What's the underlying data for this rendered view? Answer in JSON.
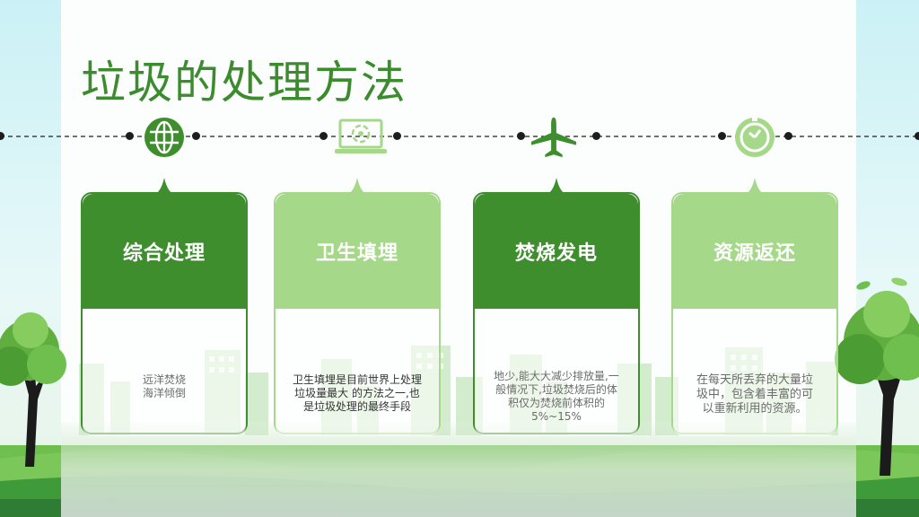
{
  "slide": {
    "title": "垃圾的处理方法"
  },
  "colors": {
    "dark_green": "#3e8e2e",
    "light_green": "#a6d88a",
    "title_green": "#3d8b2f",
    "timeline": "#1d1d1d"
  },
  "timeline": {
    "icons": [
      "globe-icon",
      "laptop-recycle-icon",
      "airplane-icon",
      "clock-icon"
    ]
  },
  "cards": [
    {
      "heading": "综合处理",
      "lines": [
        "远洋焚烧",
        "海洋倾倒"
      ],
      "style": "dark"
    },
    {
      "heading": "卫生填埋",
      "lines": [
        "卫生填埋是目前世界上处理",
        "垃圾量最大 的方法之一,也",
        "是垃圾处理的最终手段"
      ],
      "style": "light"
    },
    {
      "heading": "焚烧发电",
      "lines": [
        "地少,能大大减少排放量,一",
        "般情况下,垃圾焚烧后的体",
        "积仅为焚烧前体积的",
        "5%~15%"
      ],
      "style": "dark"
    },
    {
      "heading": "资源返还",
      "lines": [
        "在每天所丢弃的大量垃",
        "圾中，包含着丰富的可",
        "以重新利用的资源。"
      ],
      "style": "light"
    }
  ]
}
